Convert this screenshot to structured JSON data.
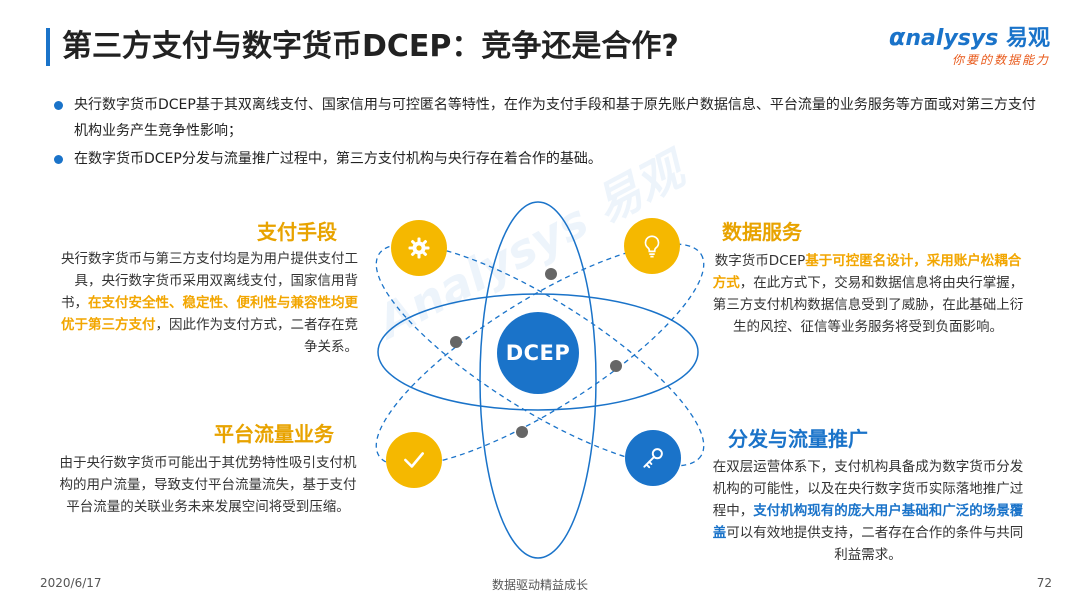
{
  "header": {
    "title": "第三方支付与数字货币DCEP：竞争还是合作?",
    "logo_text": "nalysys",
    "logo_cn": "易观",
    "logo_slogan": "你要的数据能力"
  },
  "bullets": [
    "央行数字货币DCEP基于其双离线支付、国家信用与可控匿名等特性，在作为支付手段和基于原先账户数据信息、平台流量的业务服务等方面或对第三方支付机构业务产生竞争性影响；",
    "在数字货币DCEP分发与流量推广过程中，第三方支付机构与央行存在着合作的基础。"
  ],
  "diagram": {
    "center_label": "DCEP",
    "watermark": "Analysys 易观"
  },
  "sections": {
    "payment": {
      "title": "支付手段",
      "text_a": "央行数字货币与第三方支付均是为用户提供支付工具，央行数字货币采用双离线支付，国家信用背书，",
      "text_hl": "在支付安全性、稳定性、便利性与兼容性均更优于第三方支付",
      "text_b": "，因此作为支付方式，二者存在竞争关系。",
      "icon": "gear-icon"
    },
    "data": {
      "title": "数据服务",
      "text_a": "数字货币DCEP",
      "text_hl": "基于可控匿名设计，采用账户松耦合方式",
      "text_b": "，在此方式下，交易和数据信息将由央行掌握，第三方支付机构数据信息受到了威胁，在此基础上衍生的风控、征信等业务服务将受到负面影响。",
      "icon": "lightbulb-icon"
    },
    "traffic": {
      "title": "平台流量业务",
      "text": "由于央行数字货币可能出于其优势特性吸引支付机构的用户流量，导致支付平台流量流失，基于支付平台流量的关联业务未来发展空间将受到压缩。",
      "icon": "check-icon"
    },
    "distribution": {
      "title": "分发与流量推广",
      "text_a": "在双层运营体系下，支付机构具备成为数字货币分发机构的可能性，以及在央行数字货币实际落地推广过程中，",
      "text_hl": "支付机构现有的庞大用户基础和广泛的场景覆盖",
      "text_b": "可以有效地提供支持，二者存在合作的条件与共同利益需求。",
      "icon": "key-icon"
    }
  },
  "footer": {
    "date": "2020/6/17",
    "center": "数据驱动精益成长",
    "page": "72"
  },
  "colors": {
    "primary_blue": "#1a73c9",
    "accent_yellow": "#f5b800",
    "highlight_orange": "#f2a600"
  }
}
